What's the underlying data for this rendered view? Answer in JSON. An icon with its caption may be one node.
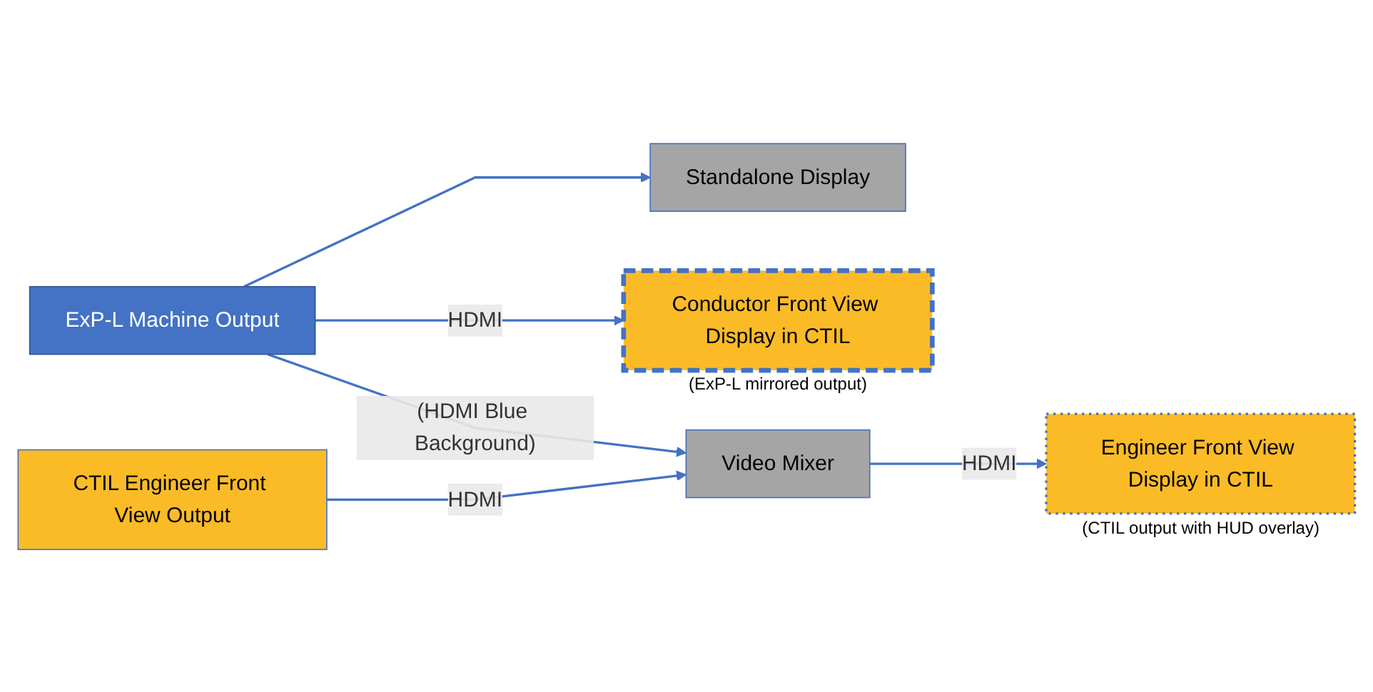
{
  "diagram": {
    "nodes": [
      {
        "text": [
          "Standalone Display"
        ]
      },
      {
        "text": [
          "ExP-L Machine Output"
        ]
      },
      {
        "text": [
          "Conductor Front View Display in CTIL"
        ],
        "beside": [
          "(ExP-L mirrored output)"
        ]
      },
      {
        "text": [
          "Video Mixer"
        ]
      },
      {
        "text": [
          "Engineer Front View Display in CTIL"
        ],
        "beside": [
          "(CTIL output with HUD overlay)"
        ]
      },
      {
        "text": [
          "CTIL Engineer Front View Output"
        ]
      }
    ],
    "edges": [
      {
        "from": 1,
        "to": 2,
        "arrow": "to",
        "label": "HDMI"
      },
      {
        "from": 1,
        "to": 0,
        "arrow": "to"
      },
      {
        "from": 1,
        "to": 3,
        "arrow": "to",
        "label": "(HDMI Blue Background)"
      },
      {
        "from": 3,
        "to": 4,
        "arrow": "to",
        "label": "HDMI"
      },
      {
        "from": 5,
        "to": 3,
        "arrow": "to",
        "label": "HDMI"
      }
    ]
  }
}
